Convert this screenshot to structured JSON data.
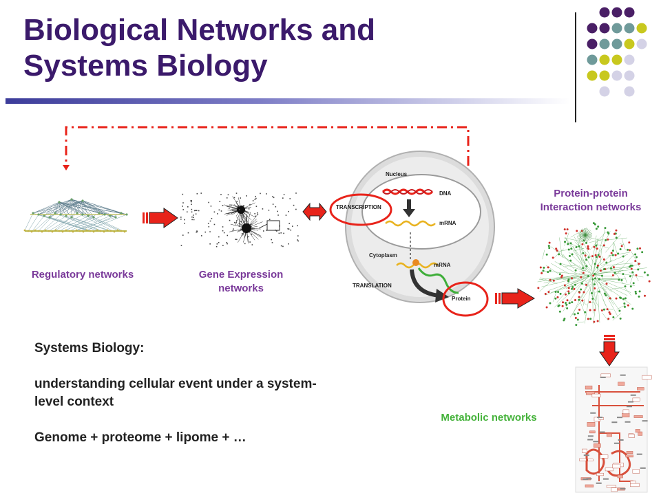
{
  "slide": {
    "title_line1": "Biological Networks and",
    "title_line2": "Systems Biology"
  },
  "labels": {
    "regulatory": "Regulatory networks",
    "gene_expression_1": "Gene Expression",
    "gene_expression_2": "networks",
    "ppi_1": "Protein-protein",
    "ppi_2": "Interaction networks",
    "metabolic": "Metabolic networks"
  },
  "cell": {
    "nucleus": "Nucleus",
    "dna": "DNA",
    "mrna_nucleus": "mRNA",
    "transcription": "TRANSCRIPTION",
    "cytoplasm": "Cytoplasm",
    "mrna_cytoplasm": "mRNA",
    "translation": "TRANSLATION",
    "protein": "Protein"
  },
  "body": {
    "line1": "Systems Biology:",
    "line2": "understanding cellular event under a system-",
    "line3": "level context",
    "line4": "Genome + proteome + lipome + …"
  },
  "colors": {
    "title": "#3b1a6b",
    "label": "#7a3a9a",
    "metabolic_label": "#44b23a",
    "arrow": "#e8231a",
    "dot_purple": "#4a1f66",
    "dot_teal": "#6f9a9a",
    "dot_yellow": "#c8c81e",
    "dot_lavender": "#d4d2e6"
  }
}
